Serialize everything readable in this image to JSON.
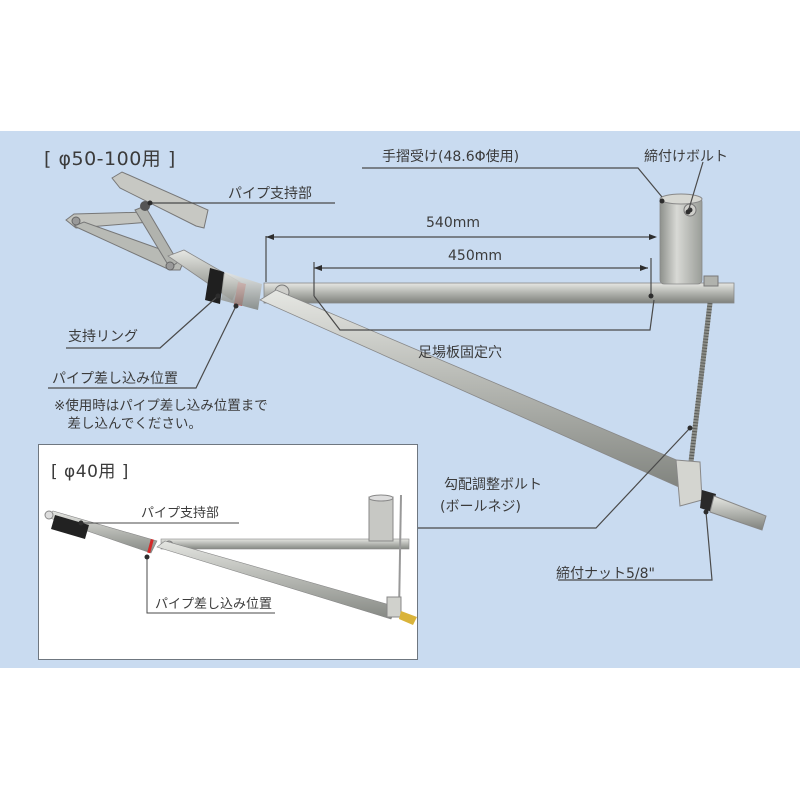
{
  "main_diagram": {
    "title": "[ φ50-100用 ]",
    "labels": {
      "pipe_support": "パイプ支持部",
      "handrail_receiver": "手摺受け(48.6Φ使用)",
      "tightening_bolt": "締付けボルト",
      "dim_540": "540mm",
      "dim_450": "450mm",
      "support_ring": "支持リング",
      "scaffold_fix_hole": "足場板固定穴",
      "pipe_insert_position": "パイプ差し込み位置",
      "gradient_bolt": "勾配調整ボルト",
      "gradient_bolt_sub": "(ボールネジ)",
      "tightening_nut": "締付ナット5/8\""
    },
    "note": "※使用時はパイプ差し込み位置まで\n　差し込んでください。"
  },
  "inset_diagram": {
    "title": "[ φ40用 ]",
    "labels": {
      "pipe_support": "パイプ支持部",
      "pipe_insert_position": "パイプ差し込み位置"
    }
  },
  "colors": {
    "panel_bg": "#c9dbf0",
    "inset_bg": "#ffffff",
    "text": "#3b3b3b",
    "leader_line": "#4a4a4a",
    "metal": "#b9bcb8",
    "ring_red": "#d42a2a",
    "ring_black": "#1e1e1e"
  }
}
